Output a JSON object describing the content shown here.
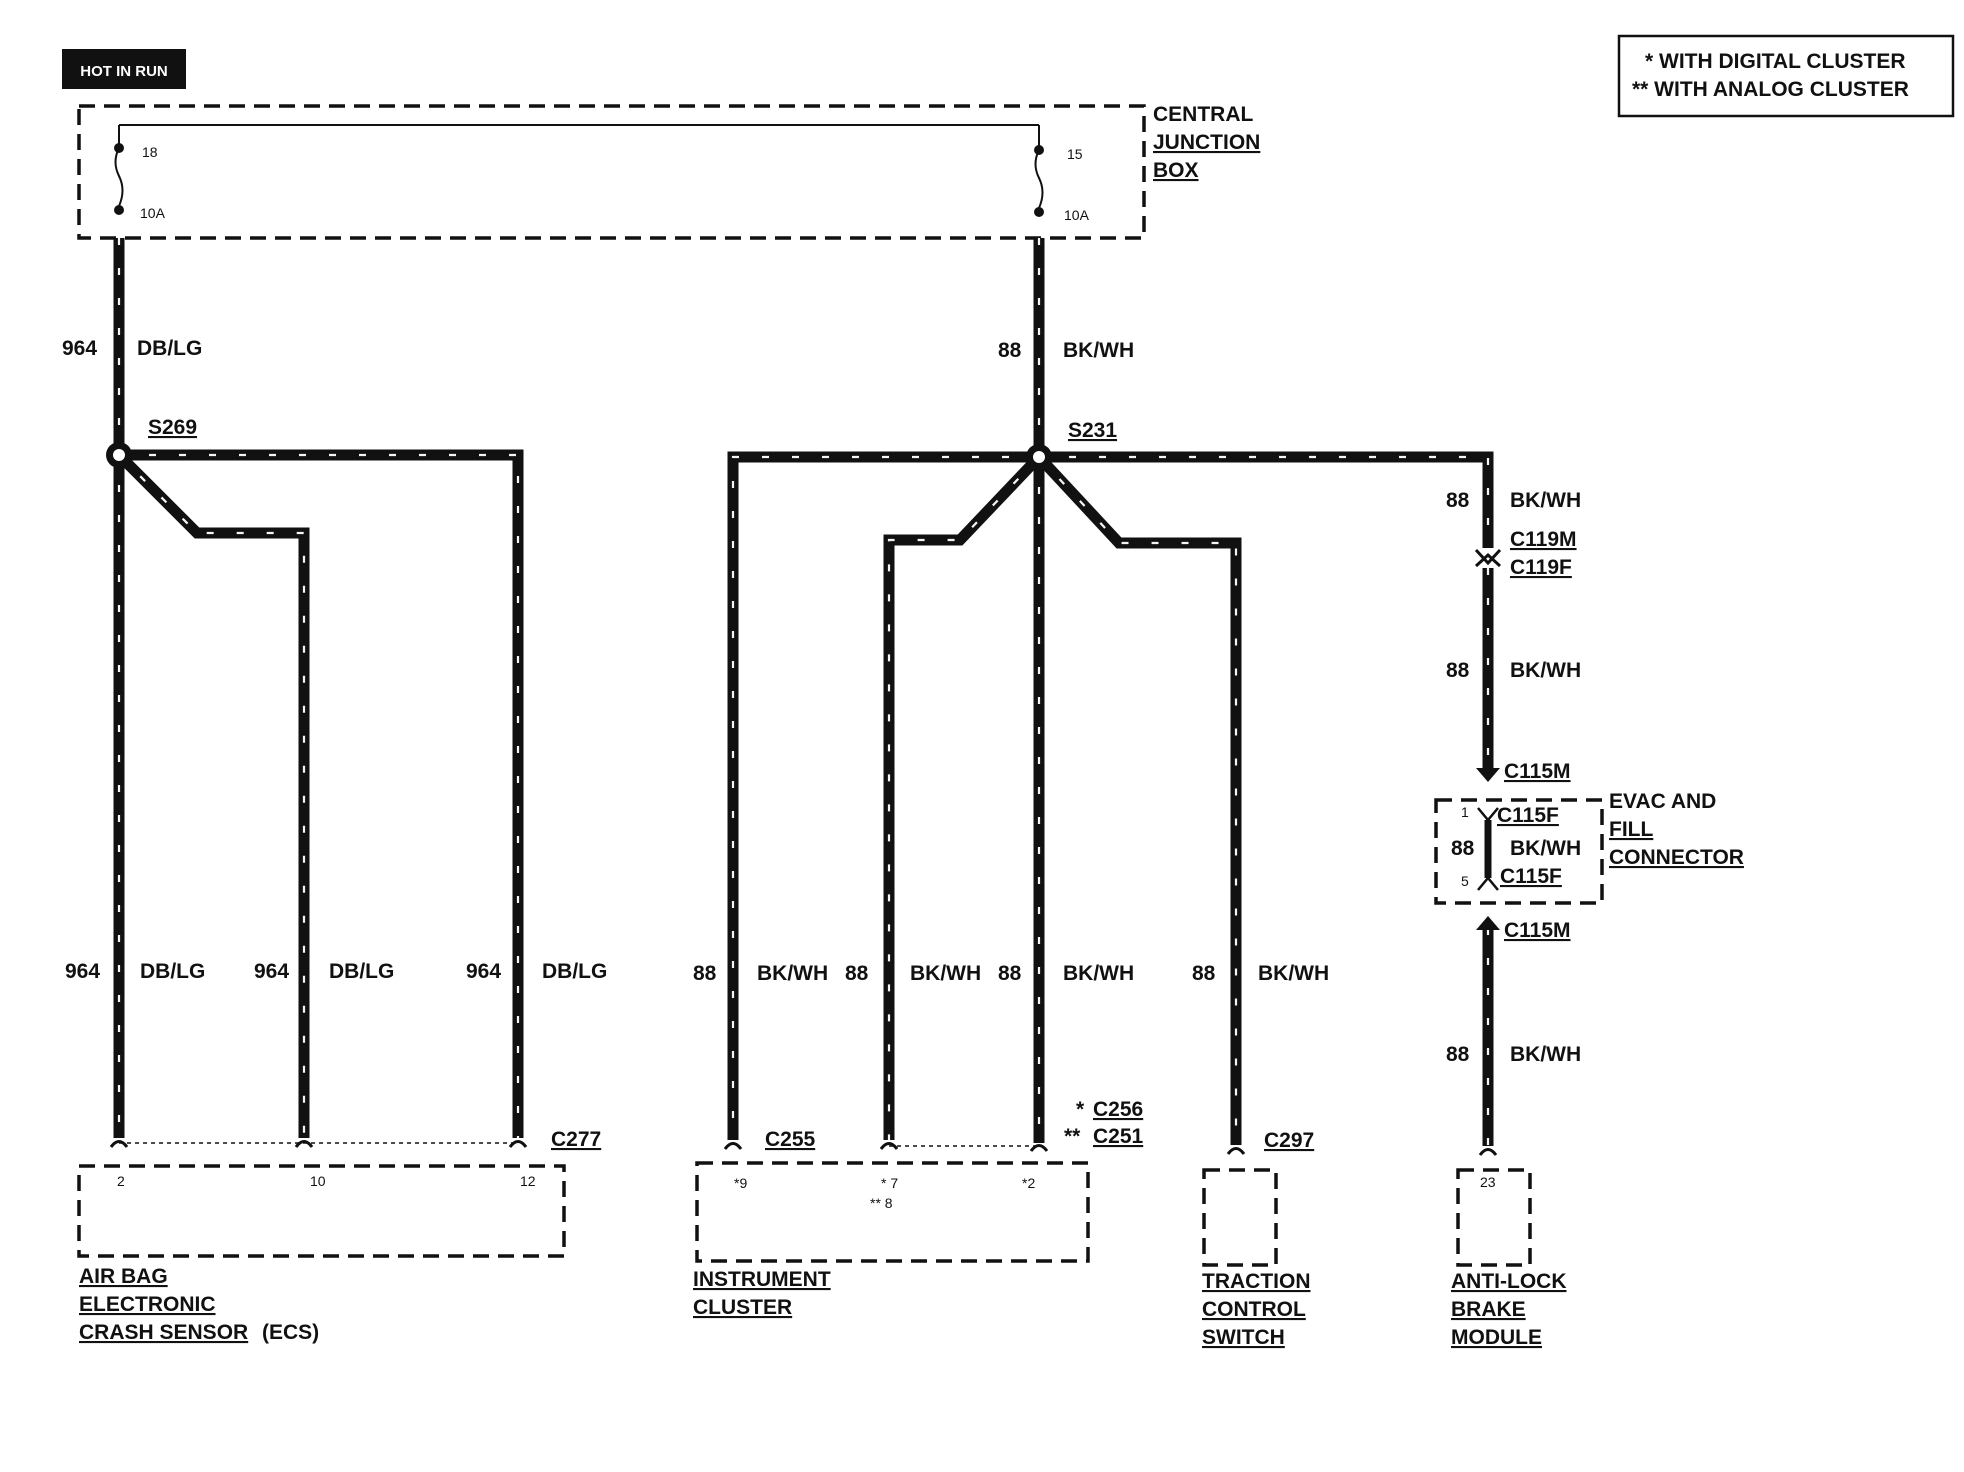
{
  "hot_label": "HOT IN RUN",
  "legend": {
    "line1": "* WITH DIGITAL CLUSTER",
    "line2": "** WITH ANALOG CLUSTER"
  },
  "cjb": {
    "line1": "CENTRAL",
    "line2": "JUNCTION",
    "line3": "BOX",
    "fuse_a_num": "18",
    "fuse_a_amp": "10A",
    "fuse_b_num": "15",
    "fuse_b_amp": "10A"
  },
  "wires": {
    "circuit_964": "964",
    "color_dblg": "DB/LG",
    "circuit_88": "88",
    "color_bkwh": "BK/WH"
  },
  "splices": {
    "s269": "S269",
    "s231": "S231"
  },
  "connectors": {
    "c277": "C277",
    "c255": "C255",
    "c256": "C256",
    "c251": "C251",
    "c297": "C297",
    "c119m": "C119M",
    "c119f": "C119F",
    "c115m_top": "C115M",
    "c115f_top": "C115F",
    "c115f_bot": "C115F",
    "c115m_bot": "C115M"
  },
  "pins": {
    "ecs_2": "2",
    "ecs_10": "10",
    "ecs_12": "12",
    "ic_9": "*9",
    "ic_7": "* 7",
    "ic_8": "** 8",
    "ic_2": "*2",
    "evac_1": "1",
    "evac_5": "5",
    "abs_23": "23"
  },
  "marks": {
    "single": "*",
    "double": "**"
  },
  "components": {
    "ecs": {
      "line1": "AIR BAG",
      "line2": "ELECTRONIC",
      "line3": "CRASH SENSOR",
      "line3b": "(ECS)"
    },
    "ic": {
      "line1": "INSTRUMENT",
      "line2": "CLUSTER"
    },
    "tcs": {
      "line1": "TRACTION",
      "line2": "CONTROL",
      "line3": "SWITCH"
    },
    "evac": {
      "line1": "EVAC AND",
      "line2": "FILL",
      "line3": "CONNECTOR"
    },
    "abs": {
      "line1": "ANTI-LOCK",
      "line2": "BRAKE",
      "line3": "MODULE"
    }
  },
  "colors": {
    "ink": "#111111",
    "paper": "#ffffff"
  }
}
